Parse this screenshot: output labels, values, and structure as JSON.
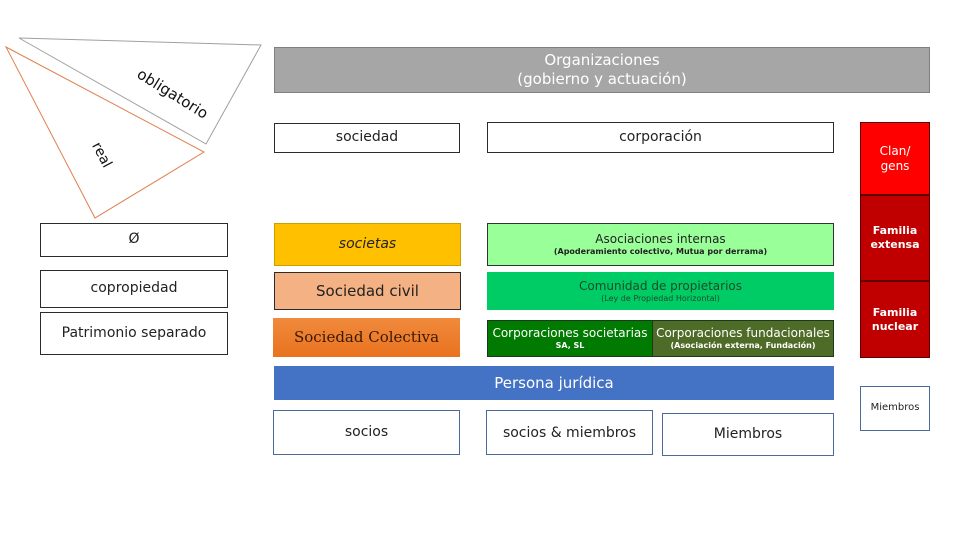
{
  "triangles": {
    "obligatorio": "obligatorio",
    "real": "real"
  },
  "header": {
    "line1": "Organizaciones",
    "line2": "(gobierno y actuación)"
  },
  "columns": {
    "sociedad": "sociedad",
    "corporacion": "corporación"
  },
  "left_column": {
    "empty_set": "Ø",
    "copropiedad": "copropiedad",
    "patrimonio": "Patrimonio separado"
  },
  "sociedad_column": {
    "societas": "societas",
    "civil": "Sociedad civil",
    "colectiva": "Sociedad Colectiva"
  },
  "corporacion_column": {
    "asociaciones": {
      "title": "Asociaciones internas",
      "sub": "(Apoderamiento colectivo, Mutua por derrama)"
    },
    "comunidad": {
      "title": "Comunidad de propietarios",
      "sub": "(Ley de Propiedad Horizontal)"
    },
    "societarias": {
      "title": "Corporaciones societarias",
      "sub": "SA, SL"
    },
    "fundacionales": {
      "title": "Corporaciones fundacionales",
      "sub": "(Asociación externa, Fundación)"
    }
  },
  "persona_juridica": "Persona jurídica",
  "bottom": {
    "socios": "socios",
    "socios_miembros": "socios & miembros",
    "miembros": "Miembros"
  },
  "family_column": {
    "clan": {
      "line1": "Clan/",
      "line2": "gens"
    },
    "extensa": {
      "line1": "Familia",
      "line2": "extensa"
    },
    "nuclear": {
      "line1": "Familia",
      "line2": "nuclear"
    },
    "miembros": "Miembros"
  },
  "colors": {
    "header_gray": "#a6a6a6",
    "societas": "#ffc000",
    "civil": "#f4b183",
    "colectiva": "#f07f2d",
    "asociaciones": "#99ff99",
    "comunidad": "#00cc66",
    "societarias": "#007a00",
    "fundacionales": "#4f6b28",
    "persona": "#4472c4",
    "clan": "#ff0000",
    "familia": "#c00000"
  }
}
